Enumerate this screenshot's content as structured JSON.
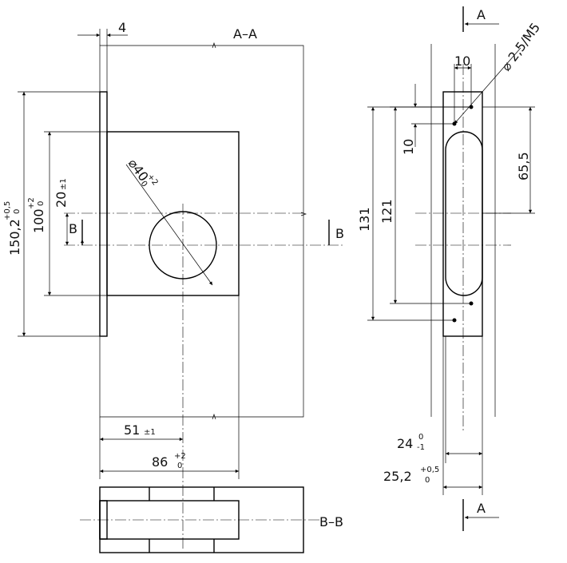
{
  "section_labels": {
    "aa": "A–A",
    "bb": "B–B",
    "a_top": "A",
    "a_bottom": "A",
    "b_left": "B",
    "b_right": "B"
  },
  "left_view": {
    "thickness": "4",
    "hole_dia": "⌀40",
    "hole_tol_up": "+2",
    "hole_tol_lo": "0",
    "offset": "20",
    "offset_tol": "±1",
    "overall": "150,2",
    "overall_tol_up": "+0,5",
    "overall_tol_lo": "0",
    "inner": "100",
    "inner_tol_up": "+2",
    "inner_tol_lo": "0",
    "h51": "51",
    "h51_tol": "±1",
    "h86": "86",
    "h86_tol_up": "+2",
    "h86_tol_lo": "0"
  },
  "right_view": {
    "hole_spec": "⌀ 2,5/M5",
    "w10": "10",
    "h10": "10",
    "h65": "65,5",
    "h131": "131",
    "h121": "121",
    "w24": "24",
    "w24_tol_up": "0",
    "w24_tol_lo": "-1",
    "w25": "25,2",
    "w25_tol_up": "+0,5",
    "w25_tol_lo": "0"
  }
}
